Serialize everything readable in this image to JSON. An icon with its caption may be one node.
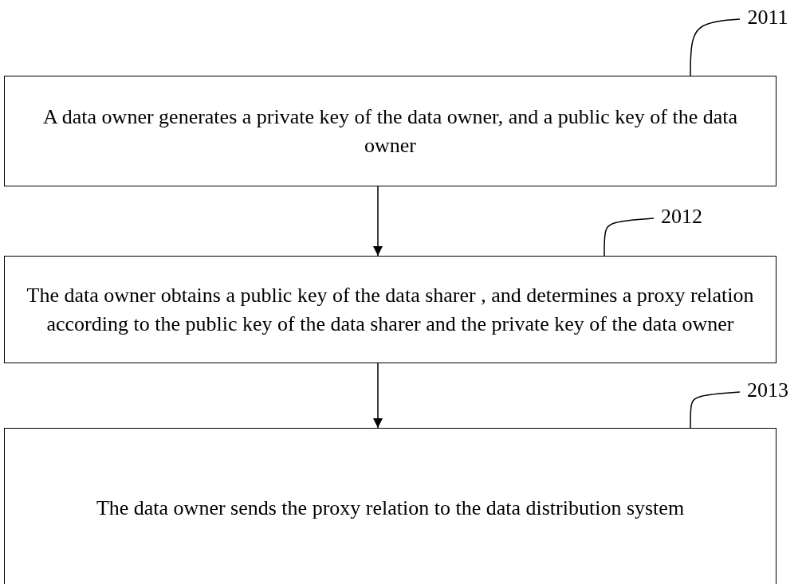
{
  "diagram": {
    "nodes": [
      {
        "text": [
          "A data owner generates a private key of the data owner, and a public key of the data owner"
        ]
      },
      {
        "text": [
          "The data owner obtains a public key of the data sharer , and determines a proxy relation according to the public key of the data sharer and the private key of the data owner"
        ]
      },
      {
        "text": [
          "The data owner sends the proxy relation to the data distribution system"
        ]
      },
      {
        "text": [
          "2011"
        ]
      },
      {
        "text": [
          "2012"
        ]
      },
      {
        "text": [
          "2013"
        ]
      }
    ],
    "edges": [
      {
        "from": 0,
        "to": 1,
        "arrow": "to"
      },
      {
        "from": 1,
        "to": 2,
        "arrow": "to"
      },
      {
        "from": 3,
        "to": 0,
        "arrow": "none"
      },
      {
        "from": 4,
        "to": 1,
        "arrow": "none"
      },
      {
        "from": 5,
        "to": 2,
        "arrow": "none"
      }
    ]
  }
}
